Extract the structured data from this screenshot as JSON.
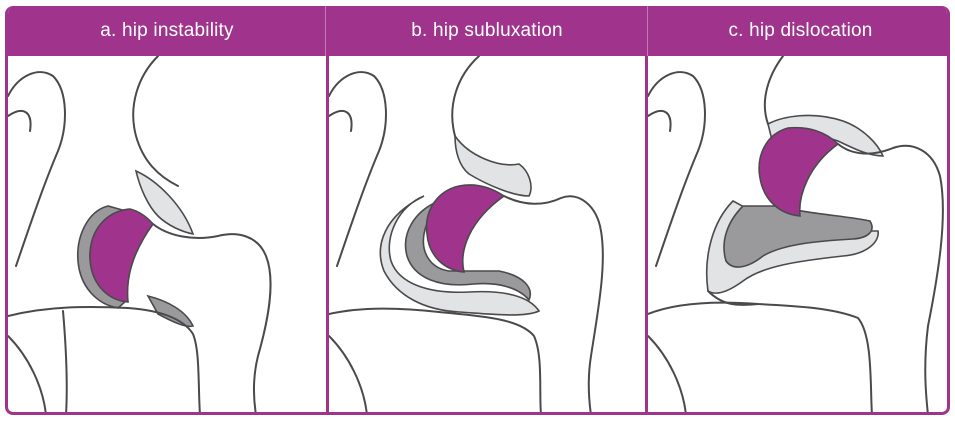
{
  "colors": {
    "accent": "#a0348d",
    "femoral_head": "#a0348d",
    "cartilage_dark": "#9a9a9c",
    "cartilage_light": "#e2e3e4",
    "outline": "#4a4a4c"
  },
  "panels": [
    {
      "label": "a. hip instability",
      "state": "instability"
    },
    {
      "label": "b. hip subluxation",
      "state": "subluxation"
    },
    {
      "label": "c. hip dislocation",
      "state": "dislocation"
    }
  ]
}
